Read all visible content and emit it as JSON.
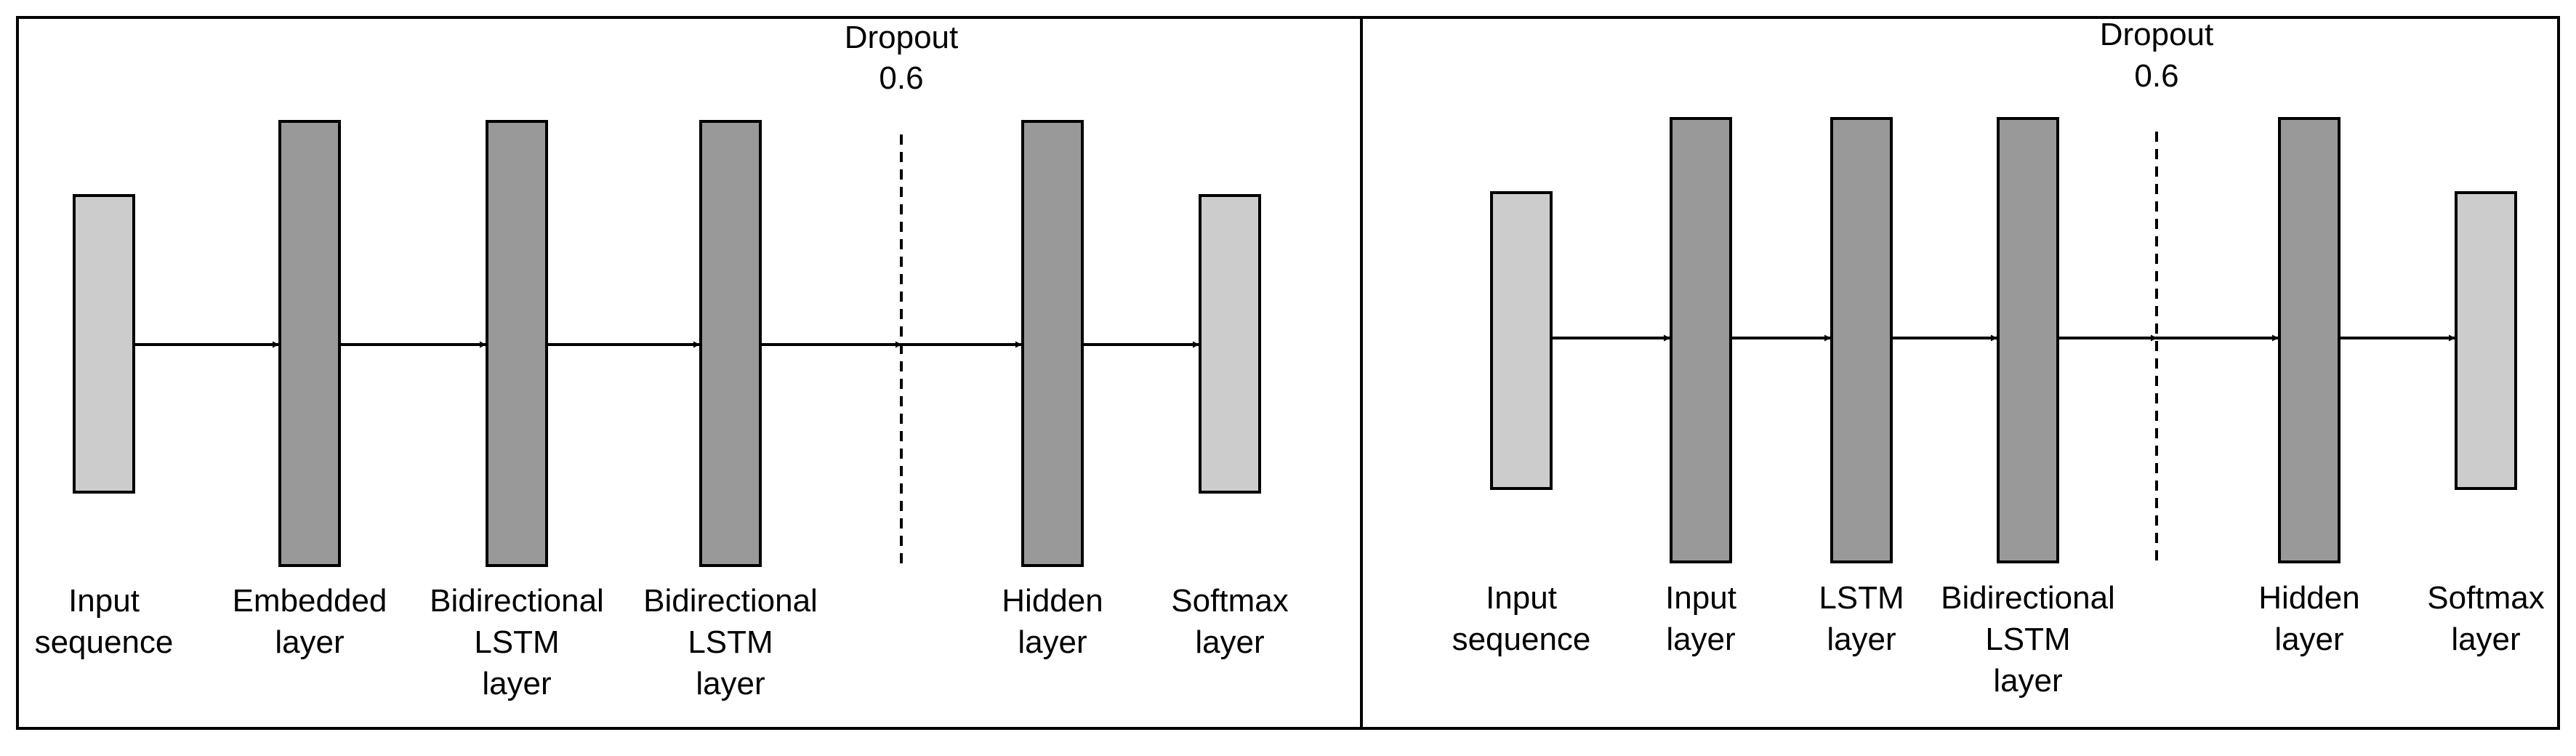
{
  "colors": {
    "frame": "#000000",
    "layer_dark": "#999999",
    "layer_light": "#cccccc",
    "arrow": "#000000",
    "background": "#ffffff"
  },
  "panels": [
    {
      "id": "left",
      "dropout": {
        "title": "Dropout",
        "value": "0.6"
      },
      "layers": [
        {
          "name": "input-sequence",
          "lines": [
            "Input",
            "sequence"
          ],
          "shade": "light"
        },
        {
          "name": "embedded-layer",
          "lines": [
            "Embedded",
            "layer"
          ],
          "shade": "dark"
        },
        {
          "name": "bidirectional-lstm-layer-1",
          "lines": [
            "Bidirectional",
            "LSTM",
            "layer"
          ],
          "shade": "dark"
        },
        {
          "name": "bidirectional-lstm-layer-2",
          "lines": [
            "Bidirectional",
            "LSTM",
            "layer"
          ],
          "shade": "dark"
        },
        {
          "name": "hidden-layer",
          "lines": [
            "Hidden",
            "layer"
          ],
          "shade": "dark"
        },
        {
          "name": "softmax-layer",
          "lines": [
            "Softmax",
            "layer"
          ],
          "shade": "light"
        }
      ]
    },
    {
      "id": "right",
      "dropout": {
        "title": "Dropout",
        "value": "0.6"
      },
      "layers": [
        {
          "name": "input-sequence",
          "lines": [
            "Input",
            "sequence"
          ],
          "shade": "light"
        },
        {
          "name": "input-layer",
          "lines": [
            "Input",
            "layer"
          ],
          "shade": "dark"
        },
        {
          "name": "lstm-layer",
          "lines": [
            "LSTM",
            "layer"
          ],
          "shade": "dark"
        },
        {
          "name": "bidirectional-lstm-layer",
          "lines": [
            "Bidirectional",
            "LSTM",
            "layer"
          ],
          "shade": "dark"
        },
        {
          "name": "hidden-layer",
          "lines": [
            "Hidden",
            "layer"
          ],
          "shade": "dark"
        },
        {
          "name": "softmax-layer",
          "lines": [
            "Softmax",
            "layer"
          ],
          "shade": "light"
        }
      ]
    }
  ]
}
